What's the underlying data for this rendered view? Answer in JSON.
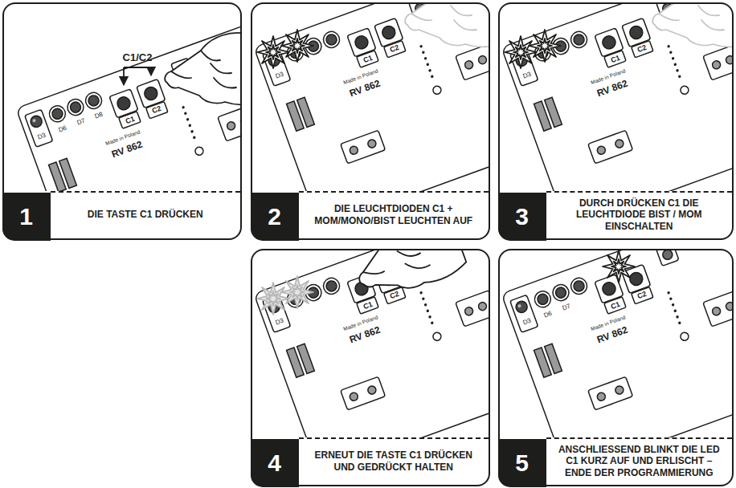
{
  "diagram": {
    "nodes": [
      {
        "text": [
          "DIE TASTE C1 DRÜCKEN"
        ]
      },
      {
        "text": [
          "1"
        ],
        "in": 0
      },
      {
        "text": [
          "DIE LEUCHTDIODEN C1 + MOM/MONO/BIST LEUCHTEN AUF"
        ]
      },
      {
        "text": [
          "2"
        ],
        "in": 2
      },
      {
        "text": [
          "DURCH DRÜCKEN C1 DIE LEUCHTDIODE BIST / MOM EINSCHALTEN"
        ]
      },
      {
        "text": [
          "3"
        ],
        "in": 4
      },
      {
        "text": [
          "ERNEUT DIE TASTE C1 DRÜCKEN UND GEDRÜCKT HALTEN"
        ]
      },
      {
        "text": [
          "4"
        ],
        "in": 6
      },
      {
        "text": [
          "ANSCHLIESSEND BLINKT DIE LED C1 KURZ AUF UND ERLISCHT – ENDE DER PROGRAMMIERUNG"
        ]
      },
      {
        "text": [
          "5"
        ],
        "in": 8
      }
    ],
    "labels": [
      "C1/C2",
      "D3",
      "D6",
      "D7",
      "D8",
      "C1",
      "C2",
      "Made in Poland",
      "RV 862",
      "D3",
      "C1",
      "C2",
      "Made in Poland",
      "RV 862",
      "D3",
      "C1",
      "C2",
      "Made in Poland",
      "RV 862",
      "D3",
      "C1",
      "C2",
      "Made in Poland",
      "RV 862",
      "D3",
      "D6",
      "D7",
      "C1",
      "C2",
      "Made in Poland",
      "RV 862"
    ]
  }
}
